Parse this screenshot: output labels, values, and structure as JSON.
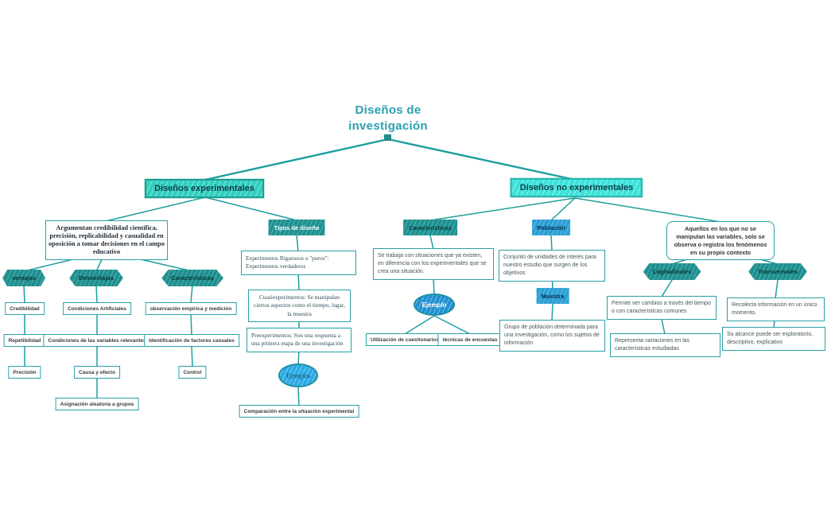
{
  "title": "Diseños de investigación",
  "colors": {
    "line": "#1f9e9e",
    "experimental_fill": "#2fcfbe",
    "no_experimental_fill": "#3ce2da",
    "teal_node_fill": "#1e9191",
    "blue_node_fill": "#2b9fd4",
    "ellipse_fill": "#2aaae6",
    "box_border": "#2aa0a8",
    "title_color": "#2a9fae"
  },
  "experimental": {
    "label": "Diseños experimentales",
    "summary": "Argumentan credibilidad científica, precisión, replicabilidad y casualidad en oposición a tomar decisiones en el campo educativo",
    "ventajas": {
      "label": "ventajas",
      "items": [
        "Credibilidad",
        "Repetibilidad",
        "Precisión"
      ]
    },
    "desventajas": {
      "label": "Desventajas",
      "items": [
        "Condiciones Artificiales",
        "Condiciones de las variables relevantes",
        "Causa y efecto",
        "Asignación aleatoria a grupos"
      ]
    },
    "caracteristicas": {
      "label": "Características",
      "items": [
        "observación empírica y medición",
        "Identificación de factores casuales",
        "Control"
      ]
    },
    "tipos": {
      "label": "Tipos de diseño",
      "rigurosos": "Experimentos Rigurosos o \"puros\": Experimentos verdaderos",
      "cuasi": "Cuasiexperimentos:  Se manipulan ciertos aspectos como el tiempo, lugar, la muestra",
      "pre": "Preexperimentos: Son una respuesta a una primera etapa de una investigación",
      "ejemplos": "Ejemplos",
      "comparacion": "Comparación entre la situación experimental"
    }
  },
  "no_experimental": {
    "label": "Diseños no experimentales",
    "definicion": "Aquellos en los que no se manipulan las variables, solo se observa o registra los fenómenos en su propio contexto",
    "caracteristicas": {
      "label": "Características",
      "desc": "Se trabaja con situaciones que ya existen, en diferencia con los experimentales que se crea una situación.",
      "ejemplo": "Ejemplo",
      "items": [
        "Utilización de cuestionarios",
        "técnicas de encuestas"
      ]
    },
    "poblacion": {
      "label": "Población",
      "desc": "Conjunto de unidades de interés para nuestro estudio que surgen de los objetivos",
      "muestra": "Muestra",
      "muestra_desc": "Grupo de población determinada para una investigación, como los sujetos de información"
    },
    "longitudinales": {
      "label": "Logitudinales",
      "items": [
        "Permite ver cambios a través del tiempo o con características comunes",
        "Representa variaciones en las características estudiadas"
      ]
    },
    "transversales": {
      "label": "Transversales",
      "items": [
        "Recolecta información en un único momento.",
        "Su alcance puede ser exploratorio, descriptivo, explicativo"
      ]
    }
  }
}
